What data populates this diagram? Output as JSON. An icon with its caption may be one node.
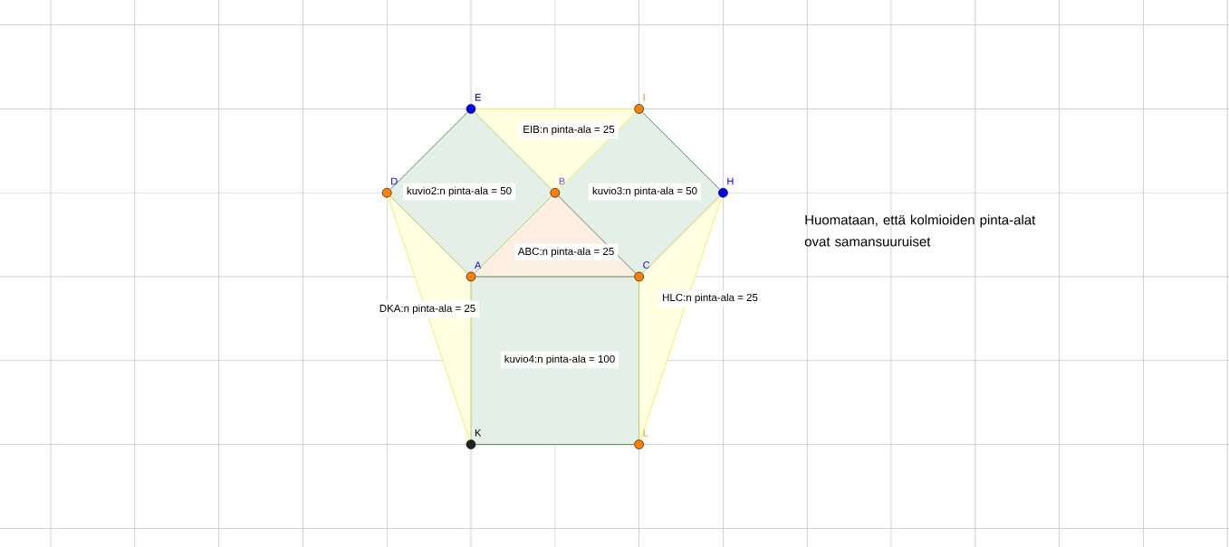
{
  "diagram": {
    "nodes": [
      {
        "text": [
          "E"
        ]
      },
      {
        "text": [
          "I"
        ]
      },
      {
        "text": [
          "D"
        ]
      },
      {
        "text": [
          "B"
        ]
      },
      {
        "text": [
          "H"
        ]
      },
      {
        "text": [
          "A"
        ]
      },
      {
        "text": [
          "C"
        ]
      },
      {
        "text": [
          "K"
        ]
      },
      {
        "text": [
          "L"
        ]
      }
    ],
    "edges": [
      {
        "from": 2,
        "to": 0,
        "arrow": "none",
        "color": "#3d6b35"
      },
      {
        "from": 0,
        "to": 3,
        "arrow": "none"
      },
      {
        "from": 3,
        "to": 5,
        "arrow": "none"
      },
      {
        "from": 5,
        "to": 2,
        "arrow": "none"
      },
      {
        "from": 3,
        "to": 1,
        "arrow": "none",
        "color": "#f0f040"
      },
      {
        "from": 1,
        "to": 4,
        "arrow": "none",
        "color": "#3d6b35"
      },
      {
        "from": 4,
        "to": 6,
        "arrow": "none"
      },
      {
        "from": 6,
        "to": 3,
        "arrow": "none",
        "color": "#3d6b35"
      },
      {
        "from": 0,
        "to": 1,
        "arrow": "none",
        "color": "#f0f040"
      },
      {
        "from": 5,
        "to": 6,
        "arrow": "none",
        "color": "#3d6b35"
      },
      {
        "from": 2,
        "to": 7,
        "arrow": "none",
        "color": "#f0f040"
      },
      {
        "from": 7,
        "to": 5,
        "arrow": "none"
      },
      {
        "from": 4,
        "to": 8,
        "arrow": "none",
        "color": "#f0f040"
      },
      {
        "from": 8,
        "to": 6,
        "arrow": "none"
      },
      {
        "from": 7,
        "to": 8,
        "arrow": "none",
        "color": "#3d6b35"
      }
    ],
    "labels": [
      "EIB:n pinta-ala = 25",
      "kuvio2:n pinta-ala = 50",
      "kuvio3:n pinta-ala = 50",
      "Huomataan, että kolmioiden pinta-alat ovat samansuuruiset",
      "ABC:n pinta-ala = 25",
      "HLC:n pinta-ala = 25",
      "DKA:n pinta-ala = 25",
      "kuvio4:n pinta-ala = 100"
    ]
  }
}
